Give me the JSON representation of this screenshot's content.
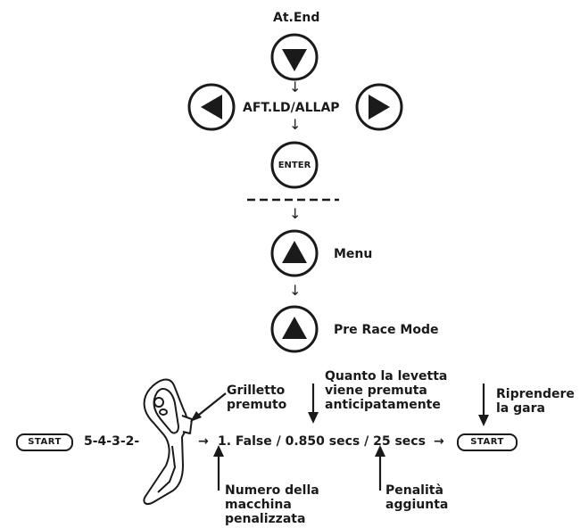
{
  "nav": {
    "at_end": "At.End",
    "aft_ld": "AFT.LD/ALLAP",
    "enter": "ENTER",
    "menu": "Menu",
    "pre_race": "Pre Race Mode"
  },
  "sequence": {
    "start_left": "START",
    "countdown": "5-4-3-2-",
    "result": "1. False / 0.850 secs / 25 secs",
    "start_right": "START",
    "arrow": "→"
  },
  "annotations": {
    "trigger": "Grilletto premuto",
    "early": "Quanto la levetta viene premuta anticipatamente",
    "resume": "Riprendere la gara",
    "car_number": "Numero della macchina penalizzata",
    "penalty": "Penalità aggiunta"
  },
  "icons": {
    "down": "triangle-down-icon",
    "left": "triangle-left-icon",
    "right": "triangle-right-icon",
    "up": "triangle-up-icon",
    "controller": "hand-controller-icon"
  }
}
